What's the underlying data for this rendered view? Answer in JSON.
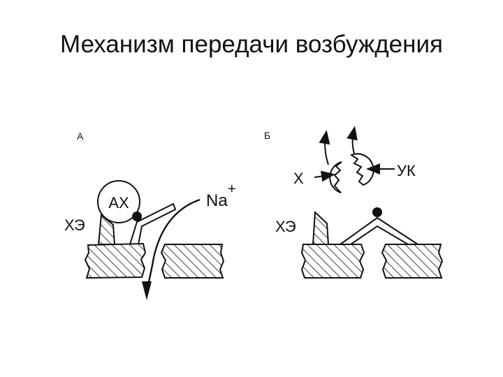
{
  "slide": {
    "title": "Механизм передачи возбуждения"
  },
  "panel_a": {
    "letter": "А",
    "molecule_label": "АХ",
    "ion_label": "Na",
    "ion_charge": "+",
    "enzyme_label": "ХЭ"
  },
  "panel_b": {
    "letter": "Б",
    "left_fragment_label": "Х",
    "right_fragment_label": "УК",
    "enzyme_label": "ХЭ"
  },
  "colors": {
    "ink": "#111111",
    "background": "#ffffff"
  }
}
